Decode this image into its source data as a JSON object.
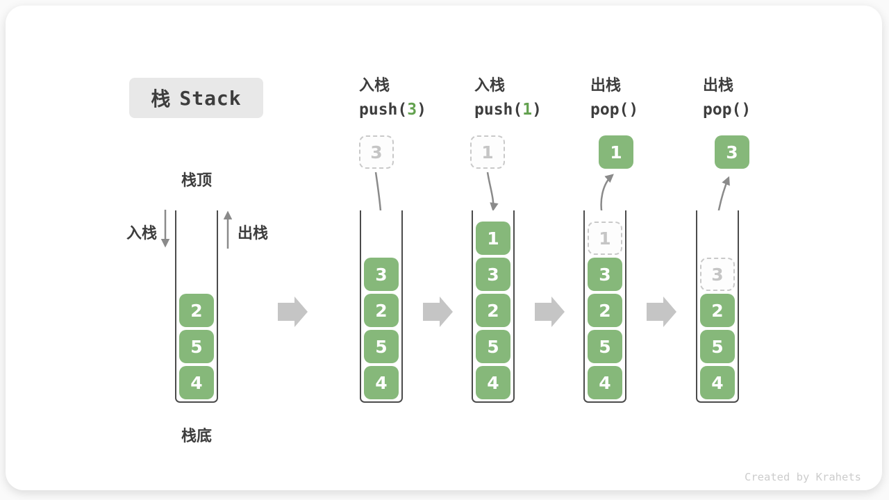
{
  "title": {
    "zh": "栈",
    "en": "Stack"
  },
  "labels": {
    "stack_top": "栈顶",
    "stack_bottom": "栈底",
    "push": "入栈",
    "pop": "出栈"
  },
  "watermark": "Created by Krahets",
  "colors": {
    "green": "#86B87A",
    "cell_text": "#FFFFFF",
    "ghost_border": "#C9C9C9",
    "ghost_text": "#C5C5C5",
    "arrow": "#8A8A8A",
    "flow_arrow": "#C5C5C5",
    "ink": "#3D3D3D",
    "title_bg": "#E8E8E8",
    "wall": "#4B4B4B",
    "call_green": "#63A14F"
  },
  "columns": [
    {
      "name": "stack-initial",
      "header": null,
      "floating": null,
      "cells": [
        {
          "value": "2",
          "slot": 3,
          "ghost": false
        },
        {
          "value": "5",
          "slot": 2,
          "ghost": false
        },
        {
          "value": "4",
          "slot": 1,
          "ghost": false
        }
      ]
    },
    {
      "name": "stack-after-push-3",
      "header": {
        "op": "入栈",
        "call_prefix": "push(",
        "arg": "3",
        "call_suffix": ")"
      },
      "floating": {
        "value": "3",
        "ghost": true
      },
      "cells": [
        {
          "value": "3",
          "slot": 4,
          "ghost": false
        },
        {
          "value": "2",
          "slot": 3,
          "ghost": false
        },
        {
          "value": "5",
          "slot": 2,
          "ghost": false
        },
        {
          "value": "4",
          "slot": 1,
          "ghost": false
        }
      ]
    },
    {
      "name": "stack-after-push-1",
      "header": {
        "op": "入栈",
        "call_prefix": "push(",
        "arg": "1",
        "call_suffix": ")"
      },
      "floating": {
        "value": "1",
        "ghost": true
      },
      "cells": [
        {
          "value": "1",
          "slot": 5,
          "ghost": false
        },
        {
          "value": "3",
          "slot": 4,
          "ghost": false
        },
        {
          "value": "2",
          "slot": 3,
          "ghost": false
        },
        {
          "value": "5",
          "slot": 2,
          "ghost": false
        },
        {
          "value": "4",
          "slot": 1,
          "ghost": false
        }
      ]
    },
    {
      "name": "stack-after-pop-1",
      "header": {
        "op": "出栈",
        "call_prefix": "pop(",
        "arg": "",
        "call_suffix": ")"
      },
      "floating": {
        "value": "1",
        "ghost": false
      },
      "cells": [
        {
          "value": "1",
          "slot": 5,
          "ghost": true
        },
        {
          "value": "3",
          "slot": 4,
          "ghost": false
        },
        {
          "value": "2",
          "slot": 3,
          "ghost": false
        },
        {
          "value": "5",
          "slot": 2,
          "ghost": false
        },
        {
          "value": "4",
          "slot": 1,
          "ghost": false
        }
      ]
    },
    {
      "name": "stack-after-pop-3",
      "header": {
        "op": "出栈",
        "call_prefix": "pop(",
        "arg": "",
        "call_suffix": ")"
      },
      "floating": {
        "value": "3",
        "ghost": false
      },
      "cells": [
        {
          "value": "3",
          "slot": 4,
          "ghost": true
        },
        {
          "value": "2",
          "slot": 3,
          "ghost": false
        },
        {
          "value": "5",
          "slot": 2,
          "ghost": false
        },
        {
          "value": "4",
          "slot": 1,
          "ghost": false
        }
      ]
    }
  ]
}
